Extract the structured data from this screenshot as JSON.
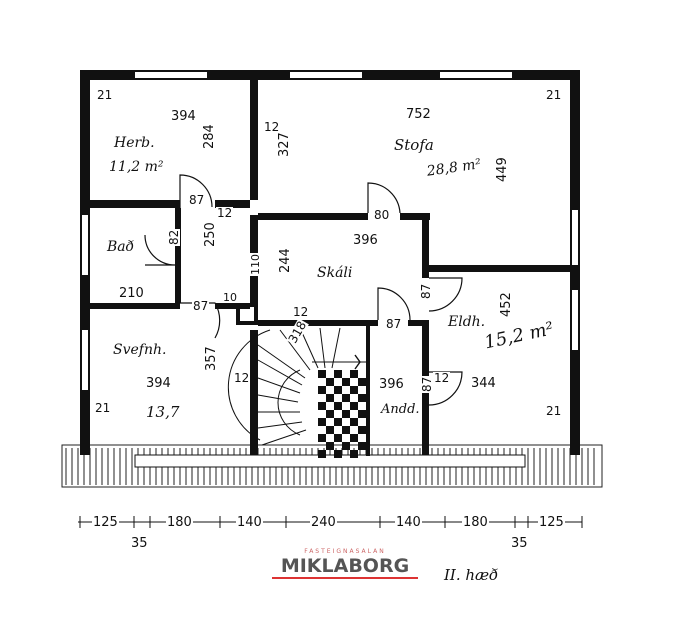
{
  "rooms": {
    "herb": {
      "name": "Herb.",
      "area": "11,2 m²",
      "width": "394",
      "height": "284"
    },
    "stofa": {
      "name": "Stofa",
      "area": "28,8 m²",
      "width": "752",
      "height": "449",
      "depth": "327"
    },
    "bad": {
      "name": "Bað",
      "width": "210",
      "height": "250",
      "door": "82"
    },
    "skali": {
      "name": "Skáli",
      "width": "396",
      "height": "244"
    },
    "eldh": {
      "name": "Eldh.",
      "area": "15,2 m²",
      "width": "344",
      "height": "452"
    },
    "svefnh": {
      "name": "Svefnh.",
      "area": "13,7",
      "width": "394",
      "height": "357"
    },
    "andd": {
      "name": "Andd.",
      "width": "396"
    }
  },
  "wall_labels": {
    "corner_tl": "21",
    "corner_tr": "21",
    "corner_bl": "21",
    "corner_br": "21",
    "wall12_a": "12",
    "wall12_b": "12",
    "wall12_c": "12",
    "wall12_d": "12",
    "wall12_e": "12",
    "door87_a": "87",
    "door87_b": "87",
    "door87_c": "87",
    "door87_d": "87",
    "door87_e": "87",
    "door80": "80",
    "door10": "10",
    "door110": "110",
    "stair318": "318"
  },
  "bottom_dims": {
    "segments": [
      "125",
      "180",
      "140",
      "240",
      "140",
      "180",
      "125"
    ],
    "sub_left": "35",
    "sub_right": "35"
  },
  "watermark": {
    "top": "FASTEIGNASALAN",
    "brand": "MIKLABORG"
  },
  "floor_label": "II. hæð"
}
